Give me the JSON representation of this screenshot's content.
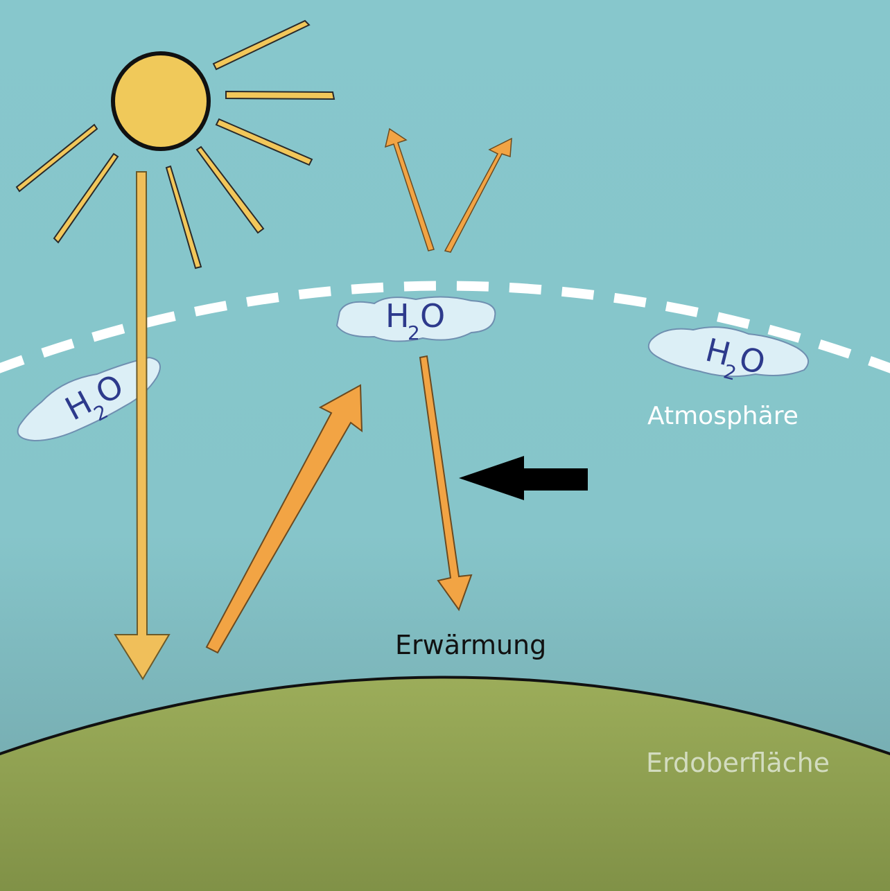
{
  "labels": {
    "atmosphere": "Atmosphäre",
    "surface": "Erdoberfläche",
    "warming": "Erwärmung"
  },
  "molecule": {
    "main": "H",
    "subscript": "2",
    "tail": "O"
  },
  "colors": {
    "sky_top": "#86c6cb",
    "sky_bottom": "#6ea6aa",
    "ground_top": "#9aab59",
    "ground_bottom": "#7e8f45",
    "sun": "#f0c95a",
    "sun_ray": "#f2c75a",
    "arrow_orange": "#f2a444",
    "arrow_pale": "#f0bf5a",
    "cloud": "#dceff6",
    "atmosphere_line": "#ffffff",
    "pointer": "#000000"
  },
  "icons": [
    "sun-icon",
    "cloud-icon",
    "arrow-icon",
    "pointer-arrow-icon"
  ]
}
